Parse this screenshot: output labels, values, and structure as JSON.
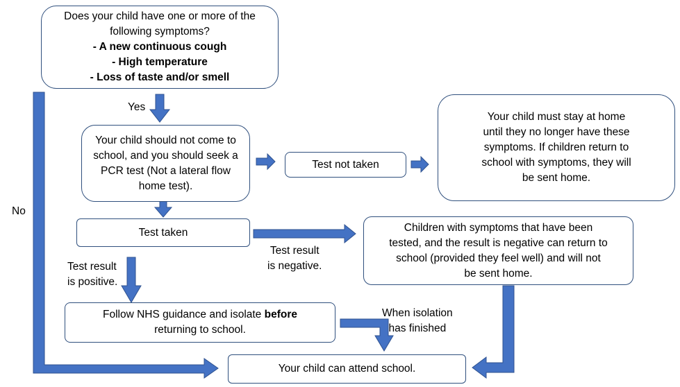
{
  "question": {
    "intro_line1": "Does your child have one or more of the",
    "intro_line2": "following symptoms?",
    "symptoms": [
      "- A new continuous cough",
      "- High temperature",
      "- Loss of taste and/or smell"
    ]
  },
  "labels": {
    "yes": "Yes",
    "no": "No",
    "result_negative_1": "Test result",
    "result_negative_2": "is negative.",
    "result_positive_1": "Test result",
    "result_positive_2": "is positive.",
    "isolation_done_1": "When isolation",
    "isolation_done_2": "has finished"
  },
  "boxes": {
    "pcr": [
      "Your child should not come to",
      "school, and you should seek a",
      "PCR test (Not a lateral flow",
      "home test)."
    ],
    "not_taken": "Test not taken",
    "stay_home": [
      "Your child must stay at home",
      "until they no longer have these",
      "symptoms. If children return to",
      "school with symptoms, they will",
      "be sent home."
    ],
    "taken": "Test taken",
    "negative": [
      "Children with symptoms that have been",
      "tested, and the result is negative can return to",
      "school (provided they feel well) and will not",
      "be sent home."
    ],
    "isolate_pre": "Follow NHS guidance and isolate ",
    "isolate_bold": "before",
    "isolate_line2": "returning to school.",
    "attend": "Your child can attend school."
  }
}
